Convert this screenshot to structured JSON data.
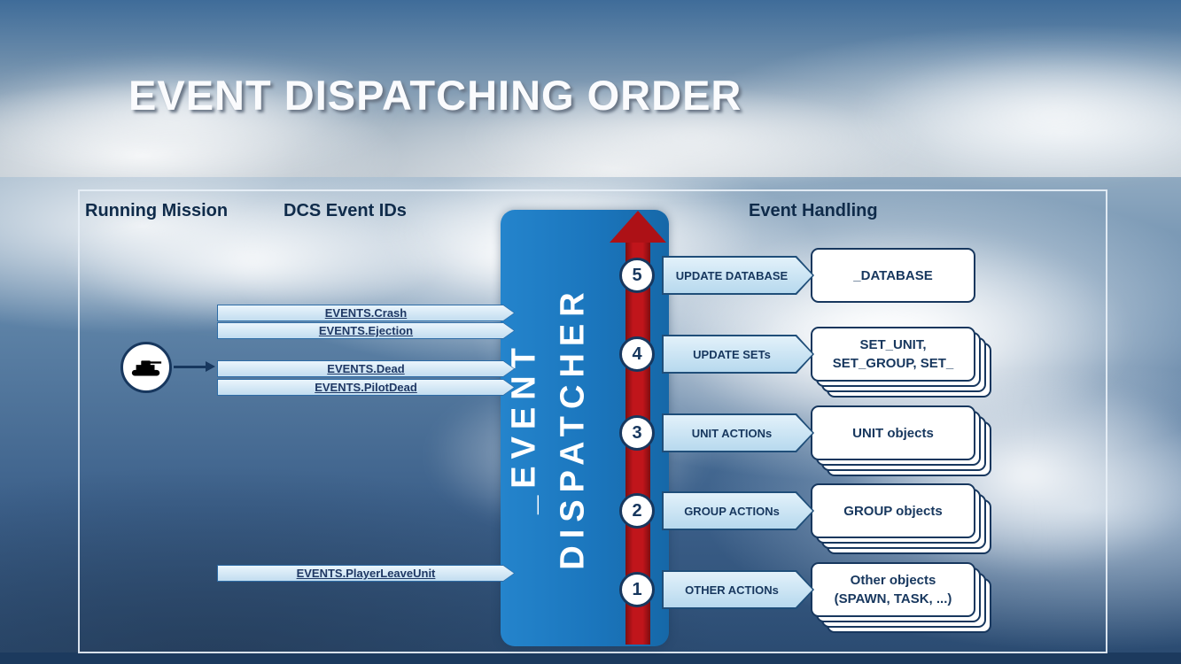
{
  "slide": {
    "title": "EVENT DISPATCHING ORDER"
  },
  "headers": {
    "left": "Running Mission",
    "middle": "DCS Event IDs",
    "right": "Event Handling"
  },
  "dispatcher": {
    "line1": "_EVENT",
    "line2": "DISPATCHER"
  },
  "mission_events": [
    {
      "label": "EVENTS.Crash"
    },
    {
      "label": "EVENTS.Ejection"
    },
    {
      "label": "EVENTS.Dead"
    },
    {
      "label": "EVENTS.PilotDead"
    },
    {
      "label": "EVENTS.PlayerLeaveUnit"
    }
  ],
  "steps": [
    {
      "number": "5",
      "action": "UPDATE DATABASE",
      "target": "_DATABASE",
      "stacked": false
    },
    {
      "number": "4",
      "action": "UPDATE SETs",
      "target": "SET_UNIT,\nSET_GROUP, SET_",
      "stacked": true
    },
    {
      "number": "3",
      "action": "UNIT ACTIONs",
      "target": "UNIT objects",
      "stacked": true
    },
    {
      "number": "2",
      "action": "GROUP ACTIONs",
      "target": "GROUP objects",
      "stacked": true
    },
    {
      "number": "1",
      "action": "OTHER ACTIONs",
      "target": "Other objects\n(SPAWN, TASK, ...)",
      "stacked": true
    }
  ],
  "icons": {
    "unit": "tank-icon",
    "flow": "up-arrow-icon",
    "connector": "right-arrow-icon"
  },
  "colors": {
    "navy": "#17375e",
    "dispatcher_blue": "#1b76bd",
    "arrow_red": "#b11218",
    "banner_fill": "#cfe3f3",
    "sky_dark": "#2a4a70"
  }
}
